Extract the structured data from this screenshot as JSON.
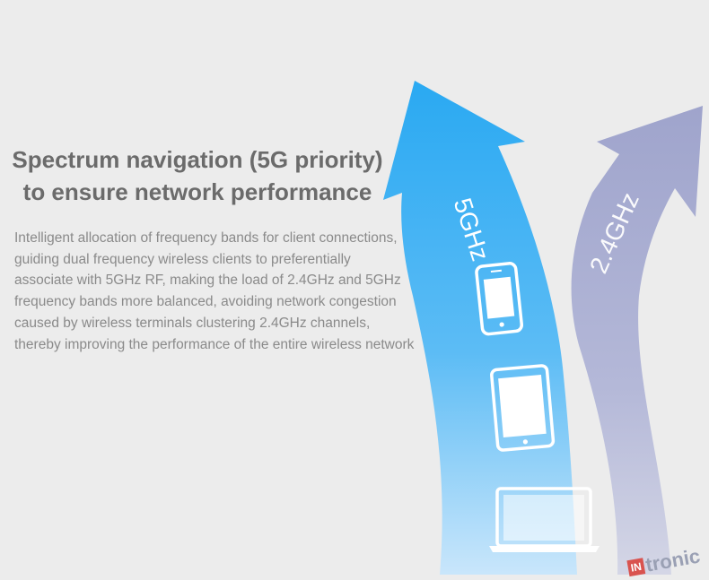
{
  "headline": {
    "line1": "Spectrum navigation (5G priority)",
    "line2": "to ensure network performance"
  },
  "body_lines": [
    "Intelligent allocation of frequency bands for client connections,",
    "guiding dual frequency wireless clients to preferentially",
    "associate with 5GHz RF, making the load of 2.4GHz and 5GHz",
    "frequency bands more balanced, avoiding network congestion",
    "caused by wireless terminals clustering 2.4GHz channels,",
    "thereby improving the performance of the entire wireless network"
  ],
  "arrows": {
    "band_5g_label": "5GHz",
    "band_24g_label": "2.4GHz"
  },
  "device_icons": [
    "smartphone-icon",
    "tablet-icon",
    "laptop-icon"
  ],
  "logo": {
    "mark": "IN",
    "text": "tronic"
  },
  "colors": {
    "background": "#ececec",
    "arrow_5g_top": "#2aa9f2",
    "arrow_5g_bottom": "#a9d8fb",
    "arrow_24g": "#a9aed2",
    "headline_text": "#6b6b6b",
    "body_text": "#8a8a8a"
  }
}
